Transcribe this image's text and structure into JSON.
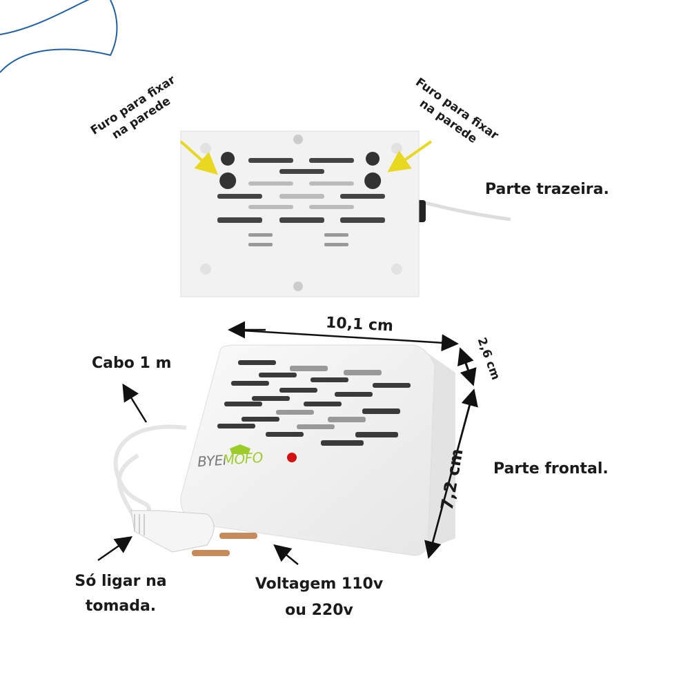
{
  "labels": {
    "hole_left": [
      "Furo para fixar",
      "na parede"
    ],
    "hole_right": [
      "Furo para fixar",
      "na parede"
    ],
    "back": "Parte trazeira.",
    "front": "Parte frontal.",
    "width": "10,1 cm",
    "depth": "2,6 cm",
    "height": "7,2 cm",
    "cable": "Cabo 1 m",
    "plug": [
      "Só ligar na",
      "tomada."
    ],
    "voltage": [
      "Voltagem 110v",
      "ou 220v"
    ]
  },
  "brand": "BYEMOFO",
  "colors": {
    "accent_arrow": "#e8d820",
    "brand_green": "#9ccc2a",
    "led": "#d41010",
    "swoosh": "#1f5fa8"
  }
}
